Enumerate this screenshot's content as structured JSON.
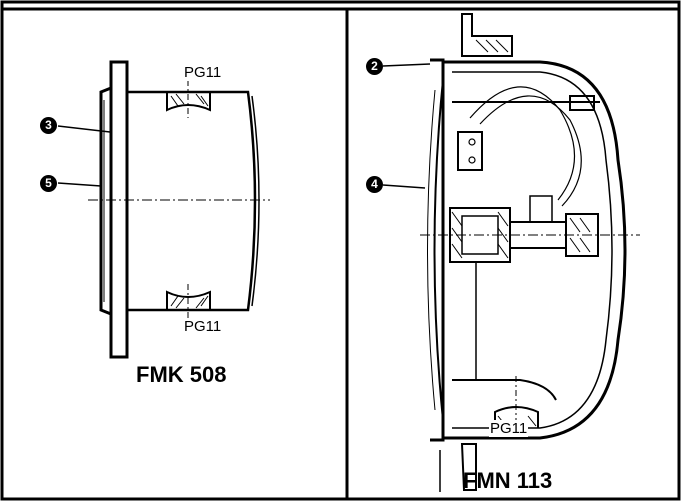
{
  "left_panel": {
    "caption": "FMK 508",
    "port_top": "PG11",
    "port_bottom": "PG11",
    "callouts": [
      "3",
      "5"
    ]
  },
  "right_panel": {
    "caption": "FMN 113",
    "port_bottom": "PG11",
    "callouts": [
      "2",
      "4"
    ]
  }
}
